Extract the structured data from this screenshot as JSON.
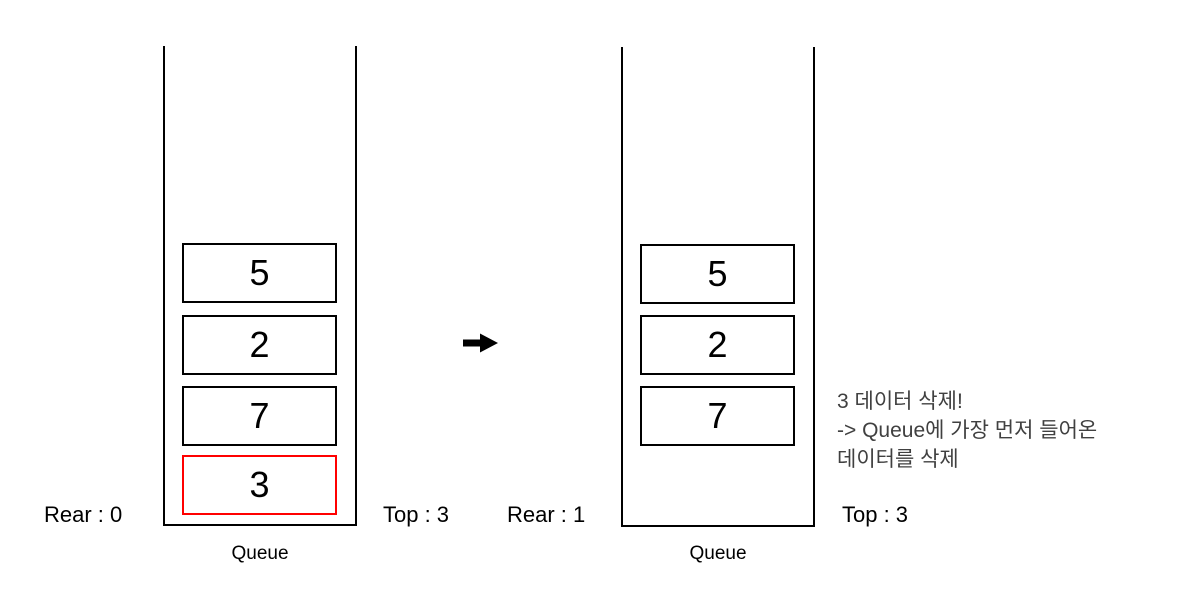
{
  "left_queue": {
    "cells": [
      {
        "value": "5",
        "highlight": false
      },
      {
        "value": "2",
        "highlight": false
      },
      {
        "value": "7",
        "highlight": false
      },
      {
        "value": "3",
        "highlight": true
      }
    ],
    "rear_label": "Rear : 0",
    "top_label": "Top : 3",
    "caption": "Queue"
  },
  "right_queue": {
    "cells": [
      {
        "value": "5",
        "highlight": false
      },
      {
        "value": "2",
        "highlight": false
      },
      {
        "value": "7",
        "highlight": false
      }
    ],
    "rear_label": "Rear : 1",
    "top_label": "Top : 3",
    "caption": "Queue"
  },
  "annotation": {
    "lines": [
      "3 데이터 삭제!",
      "-> Queue에 가장 먼저 들어온",
      "데이터를 삭제"
    ]
  },
  "icons": {
    "arrow": "right-arrow"
  },
  "colors": {
    "background": "#ffffff",
    "box_border": "#000000",
    "highlight_border": "#ff0000",
    "label_text": "#000000",
    "annotation_text": "#404040",
    "arrow": "#000000"
  }
}
